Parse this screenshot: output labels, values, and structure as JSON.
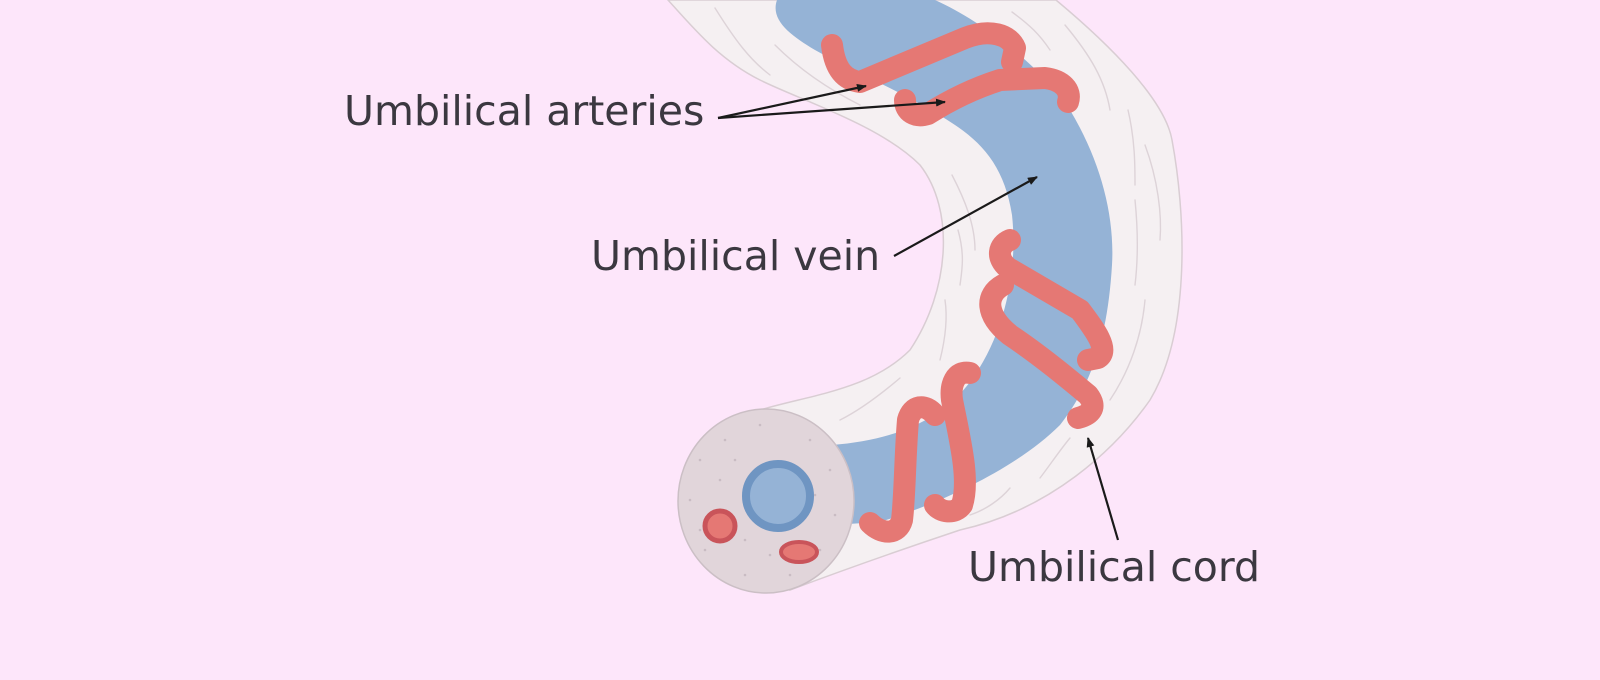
{
  "labels": {
    "arteries": "Umbilical arteries",
    "vein": "Umbilical vein",
    "cord": "Umbilical cord"
  },
  "colors": {
    "background": "#fde6fa",
    "cord_sheath": "#f5f0f2",
    "cord_outline": "#d9cdd3",
    "vein": "#95b3d6",
    "vein_dark": "#6f95c2",
    "artery": "#e57874",
    "artery_dark": "#c9545a",
    "cross_section": "#e1d5da",
    "text": "#3b3840"
  }
}
